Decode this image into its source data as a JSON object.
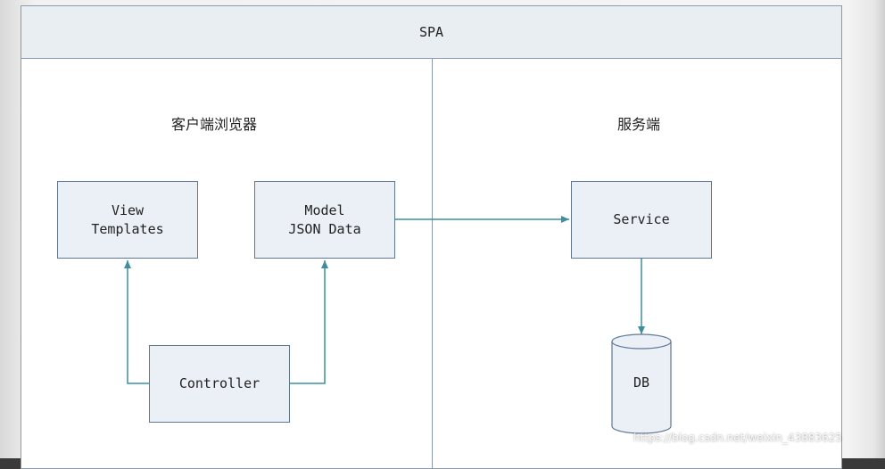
{
  "header": {
    "title": "SPA"
  },
  "client": {
    "title": "客户端浏览器",
    "view_box": {
      "line1": "View",
      "line2": "Templates"
    },
    "model_box": {
      "line1": "Model",
      "line2": "JSON Data"
    },
    "controller_box": {
      "label": "Controller"
    }
  },
  "server": {
    "title": "服务端",
    "service_box": {
      "label": "Service"
    },
    "db": {
      "label": "DB"
    }
  },
  "watermark": "https://blog.csdn.net/weixin_43883625",
  "colors": {
    "box_fill": "#eaf0f6",
    "box_border": "#5f7896",
    "arrow": "#3c8fa0",
    "header_fill": "#e9eef3"
  }
}
